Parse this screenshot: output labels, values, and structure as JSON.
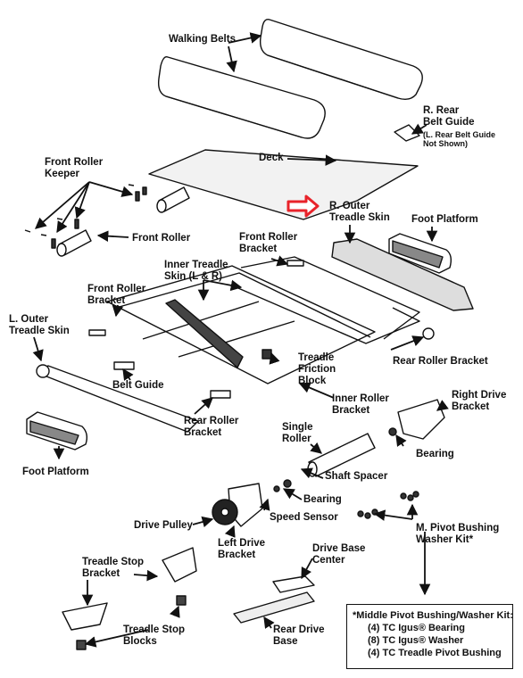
{
  "labels": {
    "walking_belts": "Walking Belts",
    "r_rear_belt_guide": "R. Rear\nBelt Guide",
    "r_rear_note": "(L. Rear Belt Guide\nNot Shown)",
    "deck": "Deck",
    "front_roller_keeper": "Front Roller\nKeeper",
    "front_roller": "Front Roller",
    "r_outer_treadle_skin": "R. Outer\nTreadle Skin",
    "foot_platform_right": "Foot Platform",
    "front_roller_bracket_top": "Front Roller\nBracket",
    "inner_treadle_skin": "Inner Treadle\nSkin (L & R)",
    "front_roller_bracket_left": "Front Roller\nBracket",
    "l_outer_treadle_skin": "L. Outer\nTreadle Skin",
    "rear_roller_bracket_right": "Rear Roller Bracket",
    "treadle_friction_block": "Treadle\nFriction\nBlock",
    "belt_guide": "Belt Guide",
    "inner_roller_bracket": "Inner Roller\nBracket",
    "right_drive_bracket": "Right Drive\nBracket",
    "rear_roller_bracket_left": "Rear Roller\nBracket",
    "single_roller": "Single\nRoller",
    "bearing_right": "Bearing",
    "foot_platform_left": "Foot Platform",
    "shaft_spacer": "Shaft Spacer",
    "bearing_mid": "Bearing",
    "speed_sensor": "Speed Sensor",
    "drive_pulley": "Drive Pulley",
    "left_drive_bracket": "Left Drive\nBracket",
    "m_pivot_kit": "M. Pivot Bushing\nWasher Kit*",
    "drive_base_center": "Drive Base\nCenter",
    "treadle_stop_bracket": "Treadle Stop\nBracket",
    "treadle_stop_blocks": "Treadle Stop\nBlocks",
    "rear_drive_base": "Rear Drive\nBase"
  },
  "kit_box": {
    "title": "*Middle Pivot Bushing/Washer Kit:",
    "items": [
      "(4) TC Igus® Bearing",
      "(8) TC Igus® Washer",
      "(4) TC Treadle Pivot Bushing"
    ]
  },
  "colors": {
    "ink": "#111111",
    "highlight_arrow": "#e8232a",
    "fill_light": "#e6e6e6",
    "fill_dark": "#555555"
  }
}
